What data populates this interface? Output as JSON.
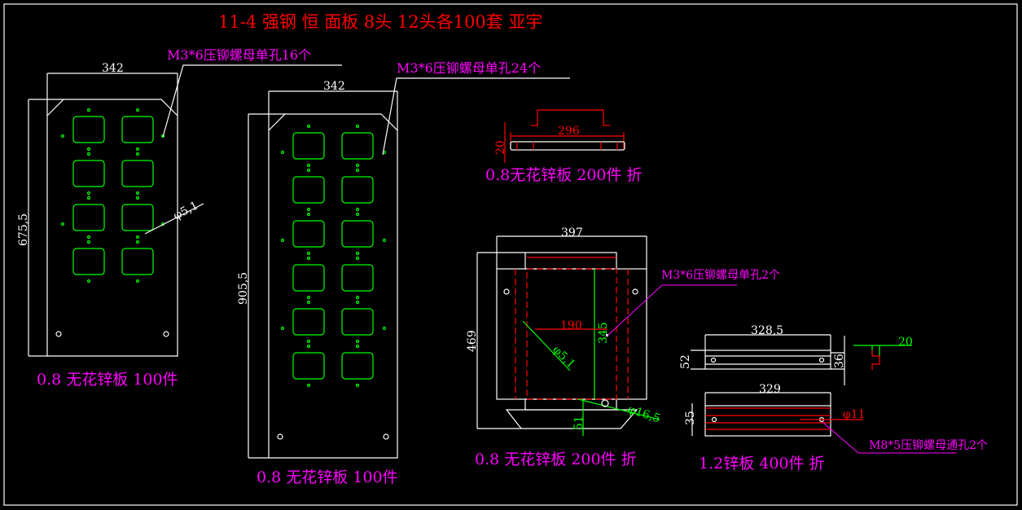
{
  "title": "11-4 强钢 恒 面板 8头 12头各100套 亚宇",
  "colors": {
    "background": "#000000",
    "outline": "#ffffff",
    "cutout": "#00ff00",
    "dimension_red": "#ff0000",
    "note": "#ff00ff"
  },
  "panel_8": {
    "width_dim": "342",
    "height_dim": "675,5",
    "hole_dim": "φ5,1",
    "note": "M3*6压铆螺母单孔16个",
    "label": "0.8 无花锌板 100件"
  },
  "panel_12": {
    "width_dim": "342",
    "height_dim": "905,5",
    "note": "M3*6压铆螺母单孔24个",
    "label": "0.8 无花锌板 100件"
  },
  "strip": {
    "width_dim": "296",
    "height_dim": "20",
    "label": "0.8无花锌板 200件 折"
  },
  "box_part": {
    "width_dim": "397",
    "height_dim": "469",
    "inner_width_dim": "190",
    "inner_height_dim": "345",
    "hole_small_dim": "φ5,1",
    "hole_large_dim": "φ16,5",
    "bottom_dim": "51",
    "note": "M3*6压铆螺母单孔2个",
    "label": "0.8 无花锌板 200件 折"
  },
  "channel_part": {
    "top_width_dim": "328,5",
    "top_height_dim": "52",
    "side_dim": "36",
    "profile_dim": "20",
    "bottom_width_dim": "329",
    "bottom_height_dim": "35",
    "hole_dim": "φ11",
    "note": "M8*5压铆螺母通孔2个",
    "label": "1.2锌板 400件 折"
  }
}
